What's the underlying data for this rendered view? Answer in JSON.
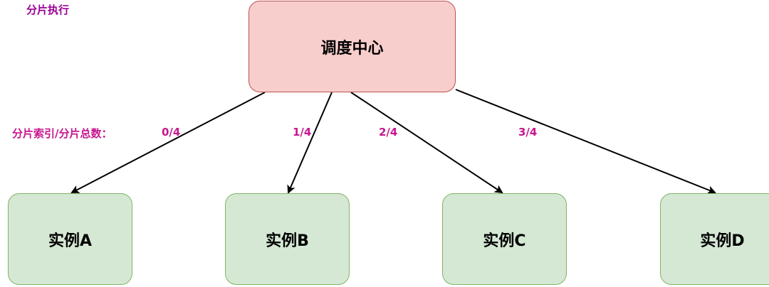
{
  "title": "分片执行",
  "center": {
    "label": "调度中心"
  },
  "instances": [
    {
      "label": "实例A"
    },
    {
      "label": "实例B"
    },
    {
      "label": "实例C"
    },
    {
      "label": "实例D"
    }
  ],
  "shard_caption": "分片索引/分片总数：",
  "edges": [
    {
      "label": "0/4"
    },
    {
      "label": "1/4"
    },
    {
      "label": "2/4"
    },
    {
      "label": "3/4"
    }
  ],
  "colors": {
    "title": "#9c0096",
    "edge_label": "#c7168e",
    "center_fill": "#f8cecc",
    "center_stroke": "#b85450",
    "instance_fill": "#d5e8d4",
    "instance_stroke": "#82b366",
    "edge": "#000000"
  }
}
